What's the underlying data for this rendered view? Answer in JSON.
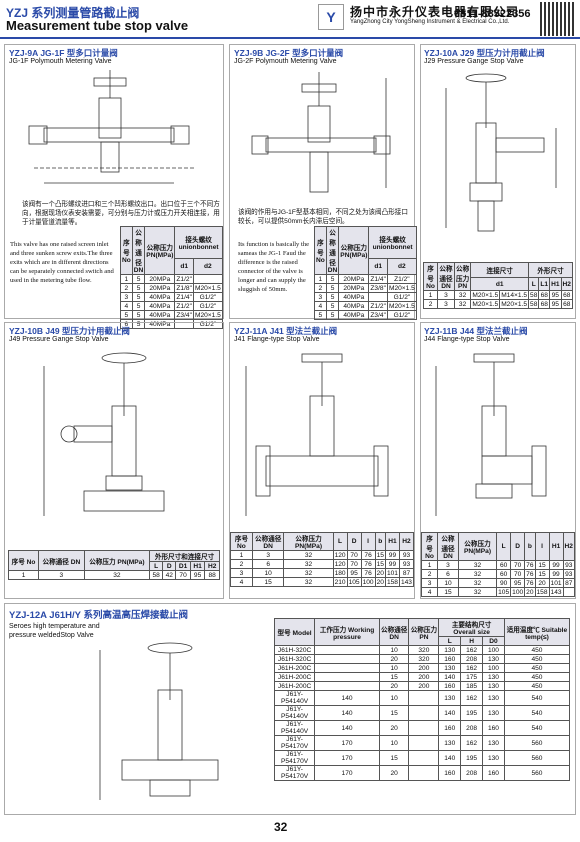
{
  "header": {
    "title_cn": "YZJ 系列测量管路截止阀",
    "title_en": "Measurement tube stop valve",
    "logo": "Y",
    "company_cn": "扬中市永升仪表电器有限公司",
    "company_en": "YangZhong City YongSheng Instrument & Electrical Co.,Ltd.",
    "phone": "0511-88522356"
  },
  "p1": {
    "title": "YZJ-9A JG-1F 型多口计量阀",
    "subtitle": "JG-1F Polymouth  Metering Valve",
    "cn_text": "该阀有一个凸形螺纹进口和三个凹形螺纹出口。出口位于三个不同方向，根据现场仪表安装需要，可分别与压力计或压力开关相连接，用于计量管道流量等。",
    "en_text": "This valve has one raised screen inlet and three sunken screw exits.The three exits which are in different directions can be separately connected switch and used in the metering tube flow.",
    "table_headers": [
      "序号 No",
      "公称通径 DN",
      "公称压力 PN(MPa)",
      "d1",
      "d2"
    ],
    "table_top": "接头螺纹 unionbonnet",
    "rows": [
      [
        "1",
        "5",
        "20MPa",
        "Z1/2\""
      ],
      [
        "2",
        "5",
        "20MPa",
        "Z1/8\"",
        "M20×1.5"
      ],
      [
        "3",
        "5",
        "40MPa",
        "Z1/4\"",
        "G1/2\""
      ],
      [
        "4",
        "5",
        "40MPa",
        "Z1/2\"",
        "G1/2\""
      ],
      [
        "5",
        "5",
        "40MPa",
        "Z3/4\"",
        "M20×1.5"
      ],
      [
        "6",
        "5",
        "40MPa",
        "",
        "G1/2\""
      ]
    ]
  },
  "p2": {
    "title": "YZJ-9B JG-2F 型多口计量阀",
    "subtitle": "JG-2F Polymouth  Metering Valve",
    "cn_text": "该阀的作用与JG-1F型基本相同，不同之处为该阀凸形接口较长，可以提供50mm长内滞后空间。",
    "en_text": "Its function is basically the sameas the JG-1 Faud the difference is the raised connector of the valve is longer and can supply the sluggish of 50mm.",
    "table_headers": [
      "序号 No",
      "公称通径 DN",
      "公称压力 PN(MPa)",
      "d1",
      "d2"
    ],
    "table_top": "接头螺纹 unionbonnet",
    "rows": [
      [
        "1",
        "5",
        "20MPa",
        "Z1/4\"",
        "Z1/2\""
      ],
      [
        "2",
        "5",
        "20MPa",
        "Z3/8\"",
        "M20×1.5"
      ],
      [
        "3",
        "5",
        "40MPa",
        "",
        "G1/2\""
      ],
      [
        "4",
        "5",
        "40MPa",
        "Z1/2\"",
        "M20×1.5"
      ],
      [
        "5",
        "5",
        "40MPa",
        "Z3/4\"",
        "G1/2\""
      ]
    ]
  },
  "p3": {
    "title": "YZJ-10A J29 型压力计用截止阀",
    "subtitle": "J29 Pressure Gange Stop Valve",
    "headers": [
      "序号 No",
      "公称通径 DN",
      "公称压力 PN",
      "连接尺寸",
      "外形尺寸"
    ],
    "sub": [
      "d1",
      "L",
      "L1",
      "H1",
      "H2"
    ],
    "rows": [
      [
        "1",
        "3",
        "32",
        "M20×1.5",
        "M14×1.5",
        "58",
        "68",
        "95",
        "68"
      ],
      [
        "2",
        "3",
        "32",
        "M20×1.5",
        "M20×1.5",
        "58",
        "68",
        "95",
        "68"
      ]
    ]
  },
  "p4": {
    "title": "YZJ-10B J49 型压力计用截止阀",
    "subtitle": "J49 Pressure Gange Stop Valve",
    "headers": [
      "序号 No",
      "公称通径 DN",
      "公称压力 PN(MPa)",
      "L",
      "D",
      "D1",
      "H1",
      "H2"
    ],
    "group": "外形尺寸和连接尺寸",
    "rows": [
      [
        "1",
        "3",
        "32",
        "58",
        "42",
        "70",
        "95",
        "88"
      ]
    ]
  },
  "p5": {
    "title": "YZJ-11A J41 型法兰截止阀",
    "subtitle": "J41 Flange-type Stop Valve",
    "headers": [
      "序号 No",
      "公称通径 DN",
      "公称压力 PN(MPa)",
      "L",
      "D",
      "l",
      "b",
      "H1",
      "H2"
    ],
    "rows": [
      [
        "1",
        "3",
        "32",
        "120",
        "70",
        "76",
        "15",
        "99",
        "93"
      ],
      [
        "2",
        "6",
        "32",
        "120",
        "70",
        "76",
        "15",
        "99",
        "93"
      ],
      [
        "3",
        "10",
        "32",
        "180",
        "95",
        "76",
        "20",
        "101",
        "87"
      ],
      [
        "4",
        "15",
        "32",
        "210",
        "105",
        "100",
        "20",
        "158",
        "143"
      ]
    ]
  },
  "p6": {
    "title": "YZJ-11B J44 型法兰截止阀",
    "subtitle": "J44 Flange-type Stop Valve",
    "headers": [
      "序号 No",
      "公称通径 DN",
      "公称压力 PN(MPa)",
      "L",
      "D",
      "b",
      "l",
      "H1",
      "H2"
    ],
    "rows": [
      [
        "1",
        "3",
        "32",
        "60",
        "70",
        "76",
        "15",
        "99",
        "93"
      ],
      [
        "2",
        "6",
        "32",
        "60",
        "70",
        "76",
        "15",
        "99",
        "93"
      ],
      [
        "3",
        "10",
        "32",
        "90",
        "95",
        "76",
        "20",
        "101",
        "87"
      ],
      [
        "4",
        "15",
        "32",
        "105",
        "100",
        "20",
        "158",
        "143"
      ]
    ]
  },
  "p7": {
    "title": "YZJ-12A J61H/Y 系列高温高压焊接截止阀",
    "subtitle": "Seroes high temperature and pressure weldedStop Valve",
    "headers": [
      "型号 Model",
      "工作压力 Working pressure",
      "公称通径 DN",
      "公称压力 PN",
      "L",
      "H",
      "D0",
      "适用温度℃ Suitable temp(≤)"
    ],
    "group": "主要结构尺寸 Overall size",
    "rows": [
      [
        "J61H-320C",
        "",
        "10",
        "320",
        "130",
        "162",
        "100",
        "450"
      ],
      [
        "J61H-320C",
        "",
        "20",
        "320",
        "160",
        "208",
        "130",
        "450"
      ],
      [
        "J61H-200C",
        "",
        "10",
        "200",
        "130",
        "162",
        "100",
        "450"
      ],
      [
        "J61H-200C",
        "",
        "15",
        "200",
        "140",
        "175",
        "130",
        "450"
      ],
      [
        "J61H-200C",
        "",
        "20",
        "200",
        "160",
        "185",
        "130",
        "450"
      ],
      [
        "J61Y-P54140V",
        "140",
        "10",
        "",
        "130",
        "162",
        "130",
        "540"
      ],
      [
        "J61Y-P54140V",
        "140",
        "15",
        "",
        "140",
        "195",
        "130",
        "540"
      ],
      [
        "J61Y-P54140V",
        "140",
        "20",
        "",
        "160",
        "208",
        "160",
        "540"
      ],
      [
        "J61Y-P54170V",
        "170",
        "10",
        "",
        "130",
        "162",
        "130",
        "560"
      ],
      [
        "J61Y-P54170V",
        "170",
        "15",
        "",
        "140",
        "195",
        "130",
        "560"
      ],
      [
        "J61Y-P54170V",
        "170",
        "20",
        "",
        "160",
        "208",
        "160",
        "560"
      ]
    ]
  },
  "page_number": "32"
}
